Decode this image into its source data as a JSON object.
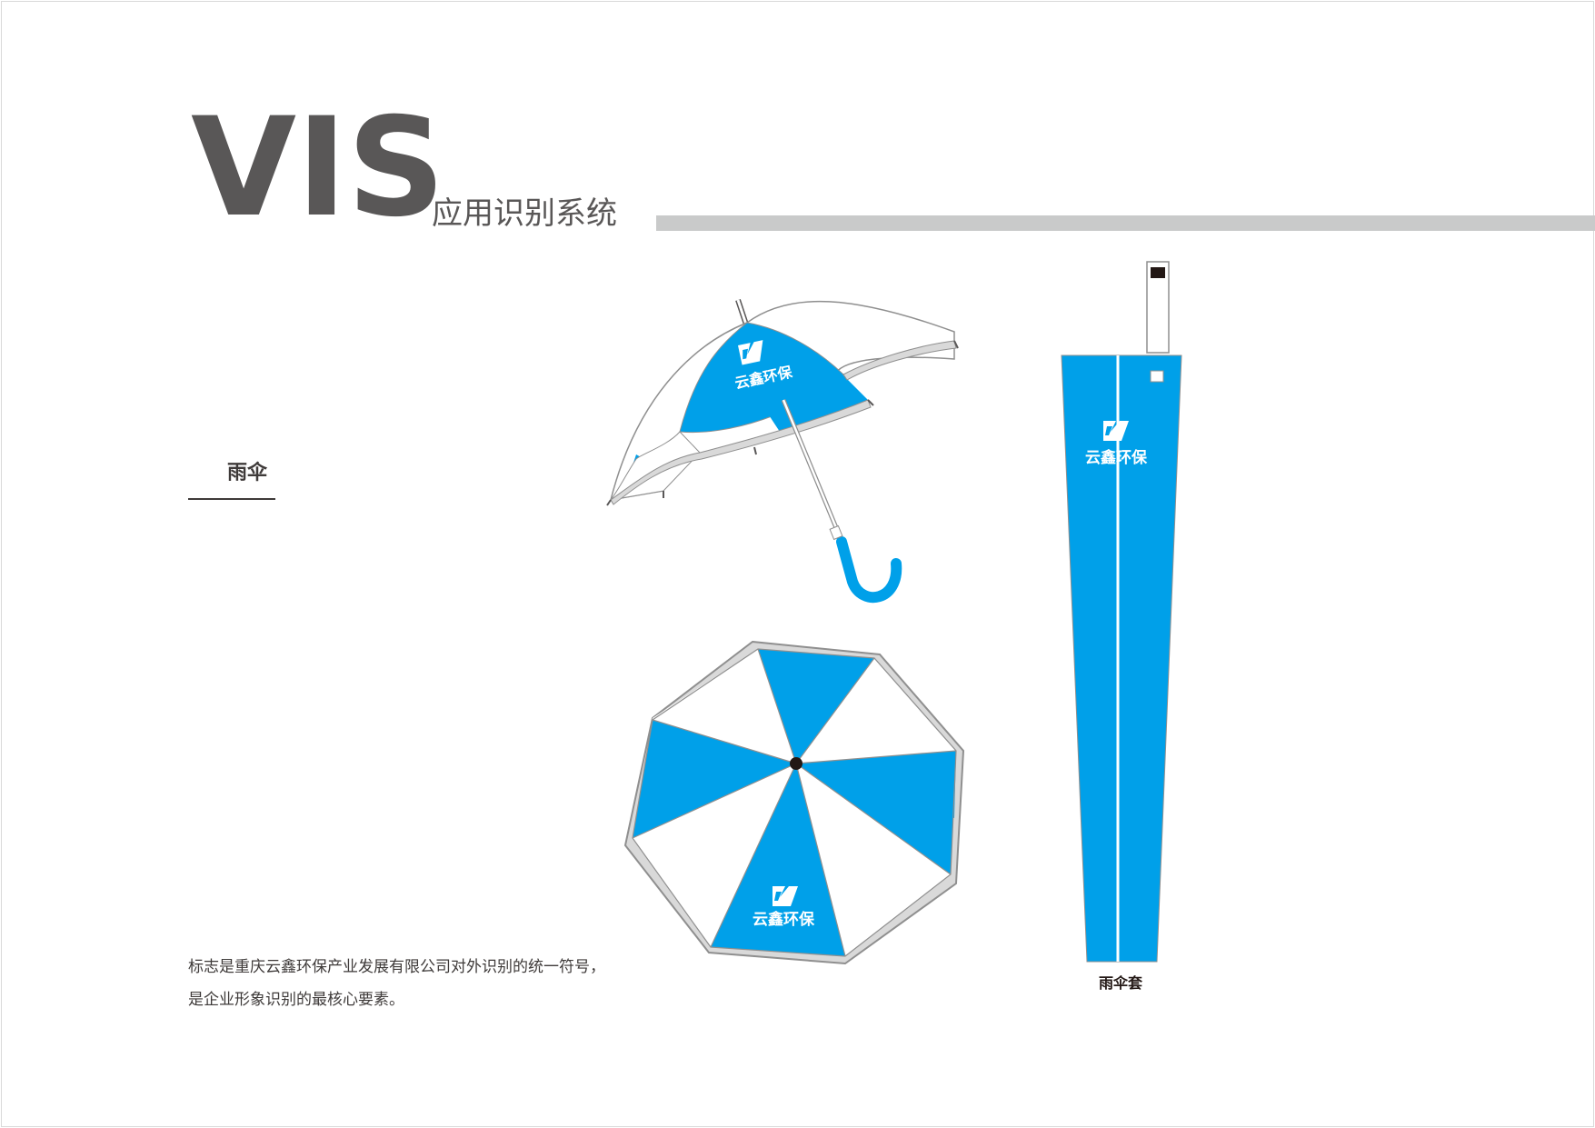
{
  "header": {
    "title": "VIS",
    "subtitle": "应用识别系统"
  },
  "section": {
    "label": "雨伞"
  },
  "brand": {
    "name": "云鑫环保",
    "logo_icon": "yunxin-logo-icon"
  },
  "sleeve": {
    "caption": "雨伞套"
  },
  "description": {
    "line1": "标志是重庆云鑫环保产业发展有限公司对外识别的统一符号，",
    "line2": "是企业形象识别的最核心要素。"
  },
  "colors": {
    "brand_blue": "#00a0e9",
    "title_gray": "#595757",
    "bar_gray": "#c9caca"
  }
}
